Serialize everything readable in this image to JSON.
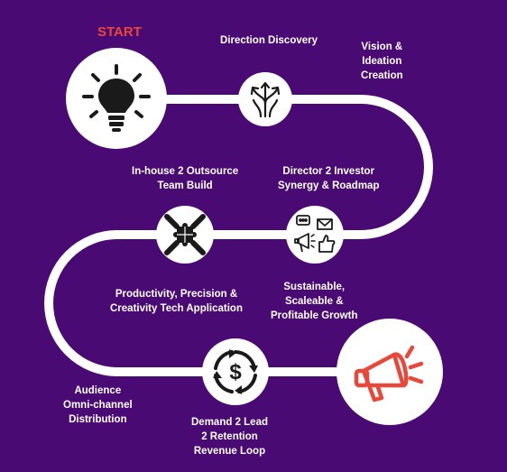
{
  "start_label": "START",
  "colors": {
    "background": "#4a0a73",
    "path": "#ffffff",
    "start_text": "#e8473a",
    "icon_dark": "#1a1a1a",
    "icon_accent": "#e8473a"
  },
  "steps": [
    {
      "label": "Direction Discovery",
      "icon": "split-arrows-icon"
    },
    {
      "label": "Vision &\nIdeation\nCreation",
      "icon": "lightbulb-icon"
    },
    {
      "label": "Director 2 Investor\nSynergy & Roadmap",
      "icon": "marketing-icons"
    },
    {
      "label": "In-house 2 Outsource\nTeam Build",
      "icon": "puzzle-hands-icon"
    },
    {
      "label": "Productivity, Precision &\nCreativity Tech Application",
      "icon": null
    },
    {
      "label": "Sustainable,\nScaleable &\nProfitable Growth",
      "icon": null
    },
    {
      "label": "Audience\nOmni-channel\nDistribution",
      "icon": null
    },
    {
      "label": "Demand 2 Lead\n2 Retention\nRevenue Loop",
      "icon": "dollar-cycle-icon"
    }
  ]
}
